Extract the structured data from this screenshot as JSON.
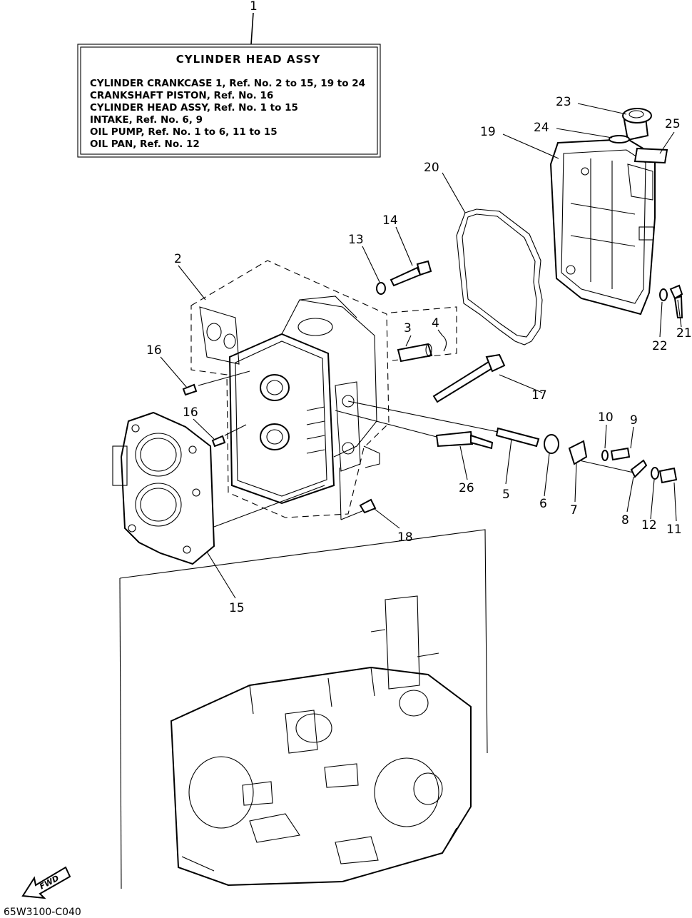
{
  "info_box": {
    "title": "CYLINDER HEAD ASSY",
    "lines": [
      "CYLINDER CRANKCASE 1, Ref. No. 2 to 15, 19 to 24",
      "CRANKSHAFT PISTON,  Ref. No. 16",
      "CYLINDER HEAD ASSY,  Ref. No. 1 to 15",
      "INTAKE,     Ref. No. 6, 9",
      "OIL PUMP,  Ref. No. 1 to 6, 11 to 15",
      "OIL PAN,    Ref. No. 12"
    ]
  },
  "callouts": {
    "c1": "1",
    "c2": "2",
    "c3": "3",
    "c4": "4",
    "c5": "5",
    "c6": "6",
    "c7": "7",
    "c8": "8",
    "c9": "9",
    "c10": "10",
    "c11": "11",
    "c12": "12",
    "c13": "13",
    "c14": "14",
    "c15": "15",
    "c16a": "16",
    "c16b": "16",
    "c17": "17",
    "c18": "18",
    "c19": "19",
    "c20": "20",
    "c21": "21",
    "c22": "22",
    "c23": "23",
    "c24": "24",
    "c25": "25",
    "c26": "26"
  },
  "fwd_label": "FWD",
  "diagram_code": "65W3100-C040"
}
